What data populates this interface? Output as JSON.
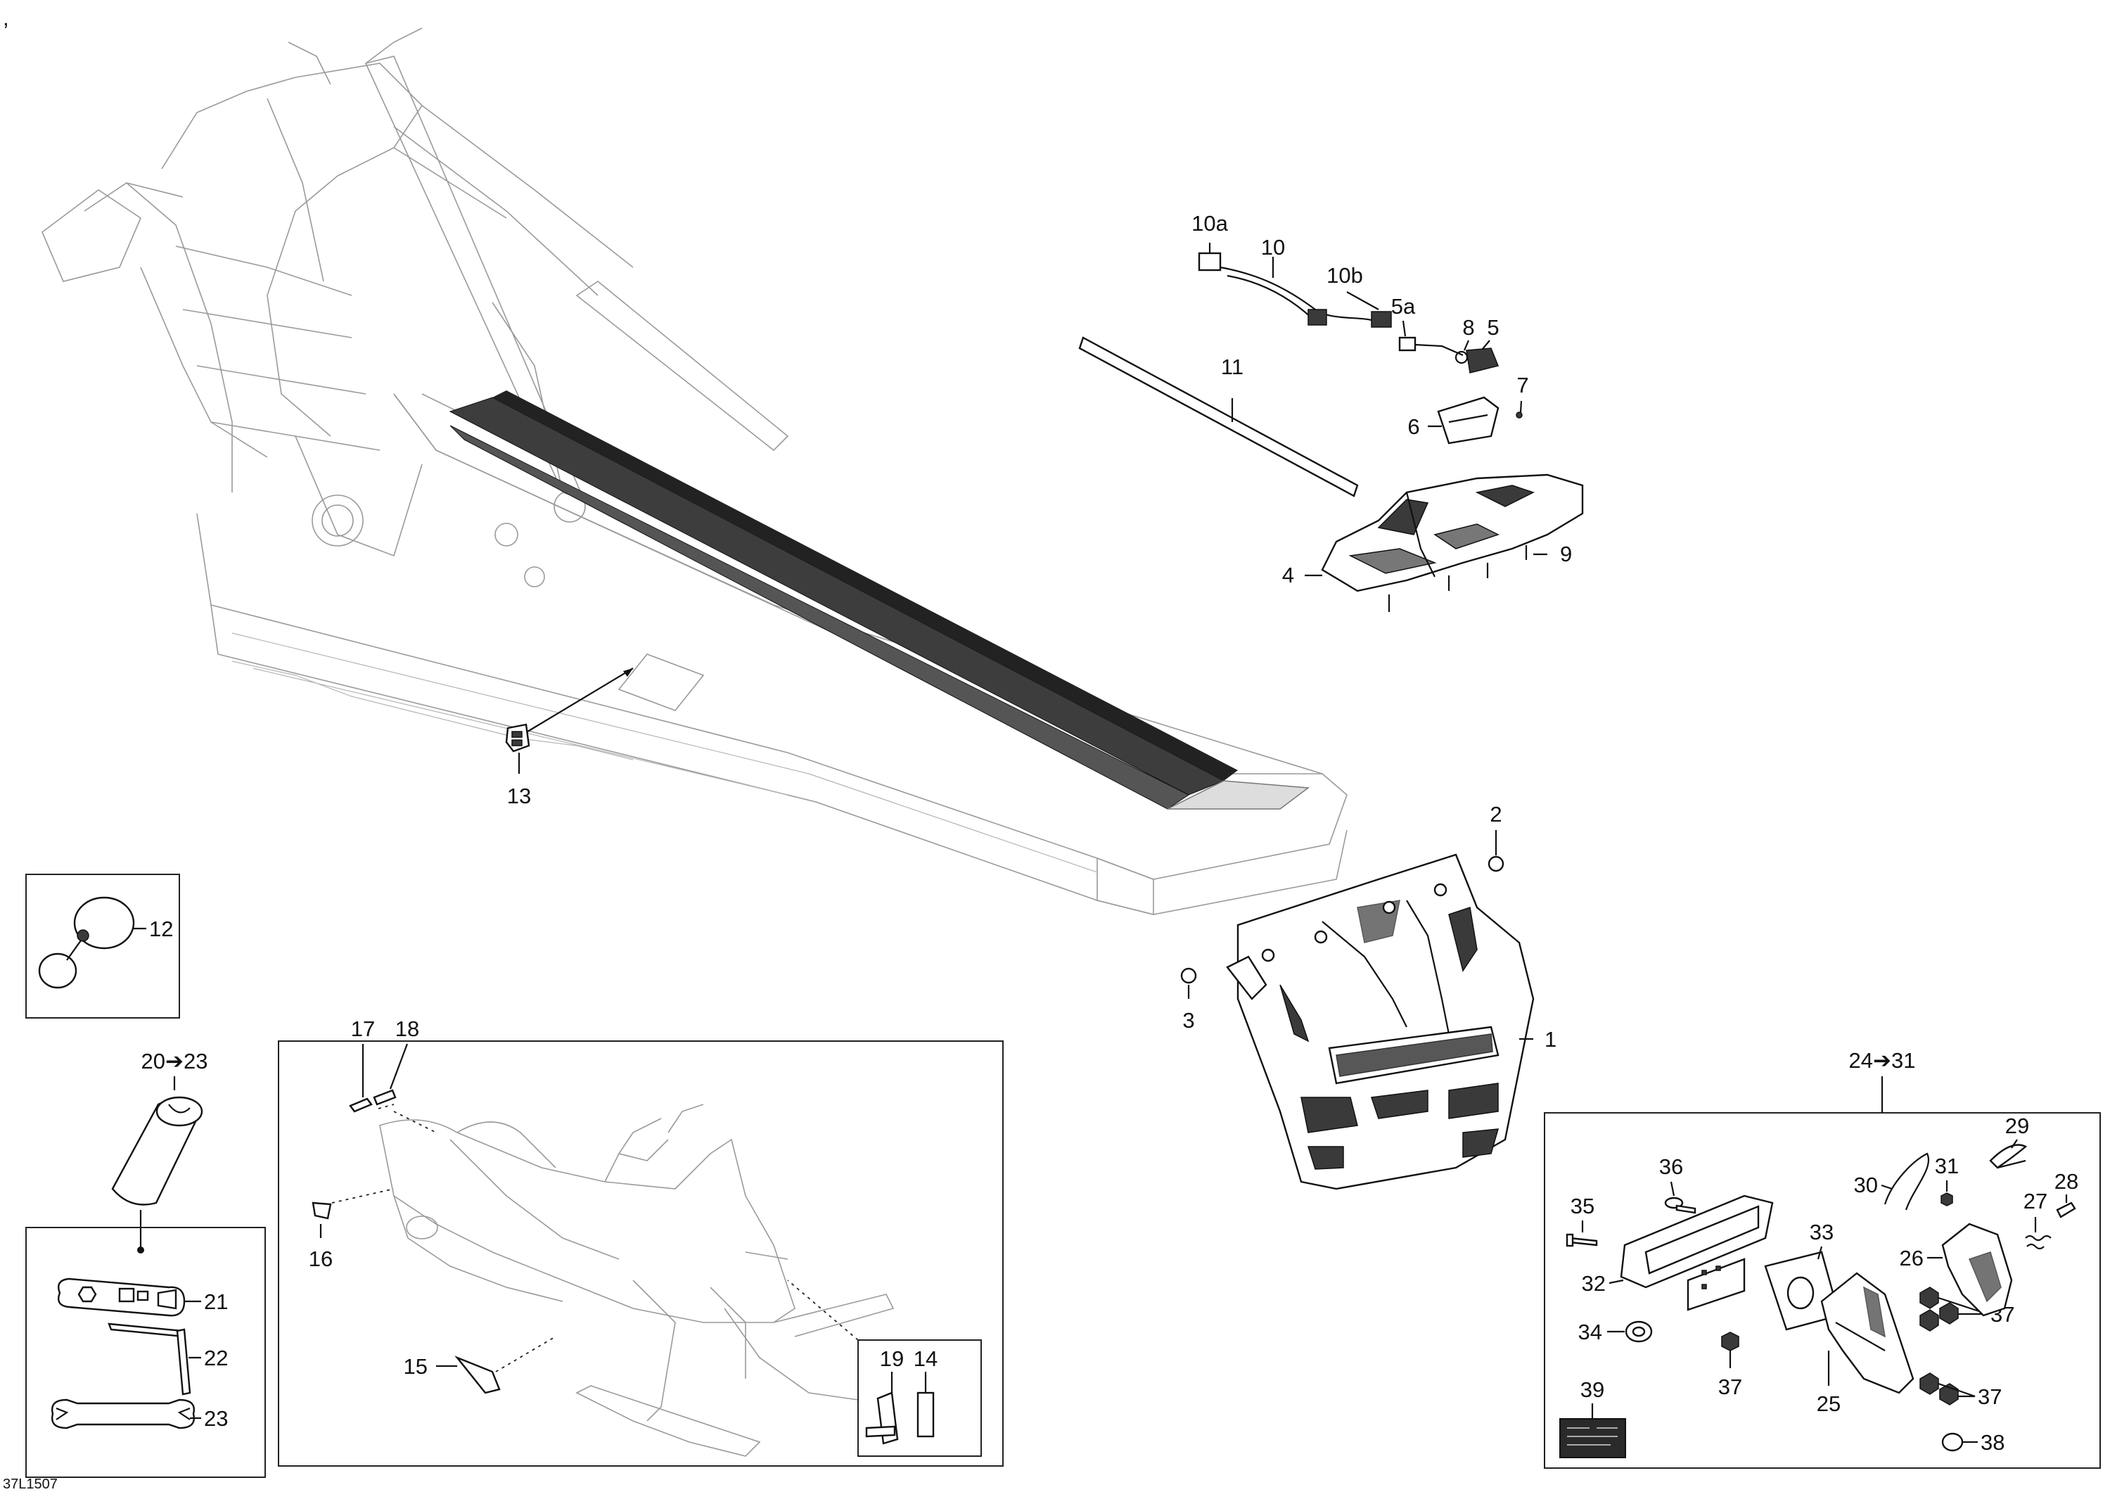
{
  "diagram": {
    "code": "37L1507",
    "corner_mark": ","
  },
  "callouts": {
    "c1": "1",
    "c2": "2",
    "c3": "3",
    "c4": "4",
    "c5": "5",
    "c5a": "5a",
    "c6": "6",
    "c7": "7",
    "c8": "8",
    "c9": "9",
    "c10": "10",
    "c10a": "10a",
    "c10b": "10b",
    "c11": "11",
    "c12": "12",
    "c13": "13",
    "c14": "14",
    "c15": "15",
    "c16": "16",
    "c17": "17",
    "c18": "18",
    "c19": "19",
    "c20_23": "20➔23",
    "c21": "21",
    "c22": "22",
    "c23": "23",
    "c24_31": "24➔31",
    "c25": "25",
    "c26": "26",
    "c27": "27",
    "c28": "28",
    "c29": "29",
    "c30": "30",
    "c31": "31",
    "c32": "32",
    "c33": "33",
    "c34": "34",
    "c35": "35",
    "c36": "36",
    "c37a": "37",
    "c37b": "37",
    "c37c": "37",
    "c37d": "37",
    "c38": "38",
    "c39": "39"
  },
  "colors": {
    "ink": "#111111",
    "frame_ghost": "#9a9a9a",
    "part_fill": "#ffffff",
    "dark_fill": "#3a3a3a"
  }
}
